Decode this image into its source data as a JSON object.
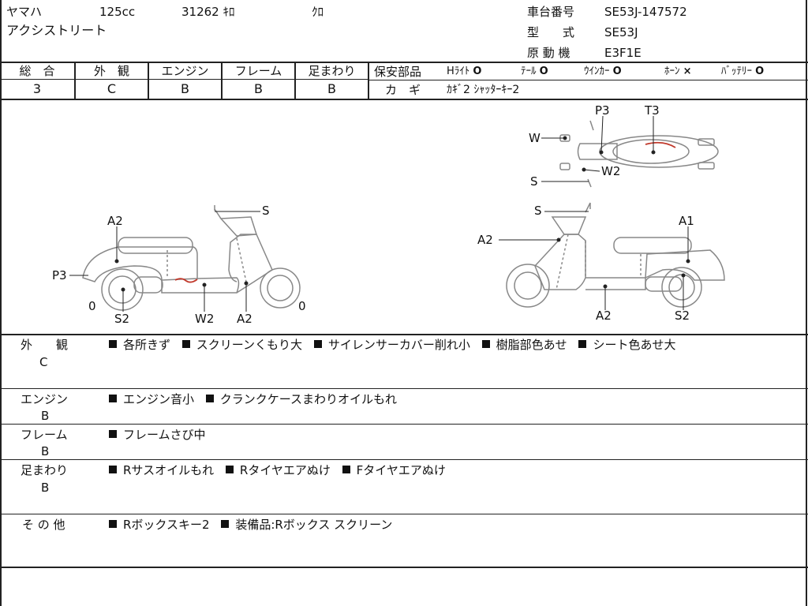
{
  "header": {
    "maker": "ヤマハ",
    "displacement": "125cc",
    "mileage": "31262 ｷﾛ",
    "color": "ｸﾛ",
    "model_name": "アクシストリート",
    "frame_no_label": "車台番号",
    "frame_no": "SE53J-147572",
    "type_label": "型　　式",
    "type": "SE53J",
    "engine_label": "原 動 機",
    "engine": "E3F1E"
  },
  "grades": {
    "columns": [
      {
        "label": "総　合",
        "value": "3"
      },
      {
        "label": "外　観",
        "value": "C"
      },
      {
        "label": "エンジン",
        "value": "B"
      },
      {
        "label": "フレーム",
        "value": "B"
      },
      {
        "label": "足まわり",
        "value": "B"
      }
    ],
    "safety_label": "保安部品",
    "safety_items": [
      {
        "name": "Hﾗｲﾄ",
        "mark": "O"
      },
      {
        "name": "ﾃｰﾙ",
        "mark": "O"
      },
      {
        "name": "ｳｲﾝｶｰ",
        "mark": "O"
      },
      {
        "name": "ﾎｰﾝ",
        "mark": "×"
      },
      {
        "name": "ﾊﾞｯﾃﾘｰ",
        "mark": "O"
      }
    ],
    "key_label": "カ　ギ",
    "key_value": "ｶｷﾞ2 ｼｬｯﾀｰｷｰ2"
  },
  "diagram": {
    "labels": {
      "left_s": "S",
      "left_a2_top": "A2",
      "left_p3": "P3",
      "left_zero_l": "0",
      "left_s2": "S2",
      "left_w2": "W2",
      "left_a2_bot": "A2",
      "left_zero_r": "0",
      "top_p3": "P3",
      "top_t3": "T3",
      "top_w": "W",
      "top_w2": "W2",
      "top_s": "S",
      "right_s": "S",
      "right_a2": "A2",
      "right_a1": "A1",
      "right_a2_bot": "A2",
      "right_s2": "S2"
    },
    "accent_color": "#c0392b"
  },
  "remarks": [
    {
      "category": "外　　観",
      "grade": "C",
      "items": [
        "各所きず",
        "スクリーンくもり大",
        "サイレンサーカバー削れ小",
        "樹脂部色あせ",
        "シート色あせ大"
      ]
    },
    {
      "category": "エンジン",
      "grade": "B",
      "items": [
        "エンジン音小",
        "クランクケースまわりオイルもれ"
      ]
    },
    {
      "category": "フレーム",
      "grade": "B",
      "items": [
        "フレームさび中"
      ]
    },
    {
      "category": "足まわり",
      "grade": "B",
      "items": [
        "Rサスオイルもれ",
        "Rタイヤエアぬけ",
        "Fタイヤエアぬけ"
      ]
    },
    {
      "category": "そ の 他",
      "grade": "",
      "items": [
        "Rボックスキー2",
        "装備品:Rボックス スクリーン"
      ]
    }
  ]
}
